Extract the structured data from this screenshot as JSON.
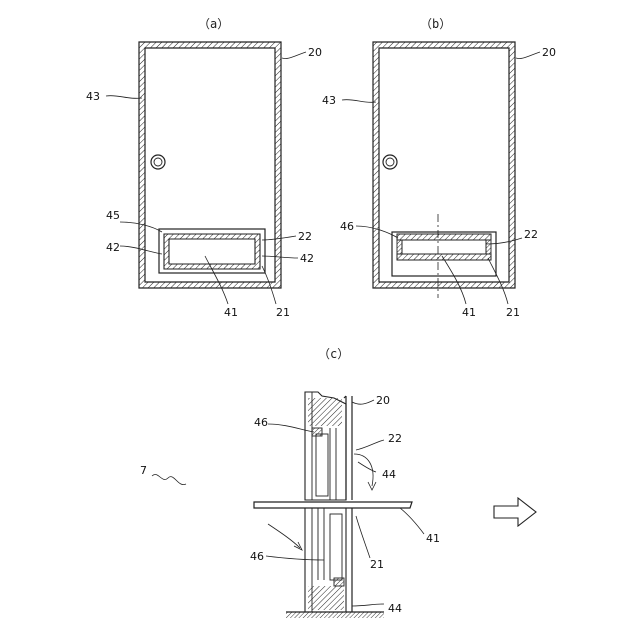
{
  "panels": {
    "a": {
      "label": "（a）",
      "refs": {
        "r20": "20",
        "r43": "43",
        "r45": "45",
        "r42_left": "42",
        "r22": "22",
        "r42_right": "42",
        "r41": "41",
        "r21": "21"
      }
    },
    "b": {
      "label": "（b）",
      "refs": {
        "r20": "20",
        "r43": "43",
        "r46": "46",
        "r22": "22",
        "r41": "41",
        "r21": "21"
      }
    },
    "c": {
      "label": "（c）",
      "refs": {
        "r20": "20",
        "r46_top": "46",
        "r22": "22",
        "r44_mid": "44",
        "r41": "41",
        "r46_bottom": "46",
        "r21": "21",
        "r44_bottom": "44",
        "r7": "7"
      }
    }
  },
  "colors": {
    "line": "#222222",
    "background": "#ffffff"
  },
  "icons": {
    "direction_arrow": "right-arrow-outline-icon",
    "door_knob": "knob-circle-icon"
  }
}
